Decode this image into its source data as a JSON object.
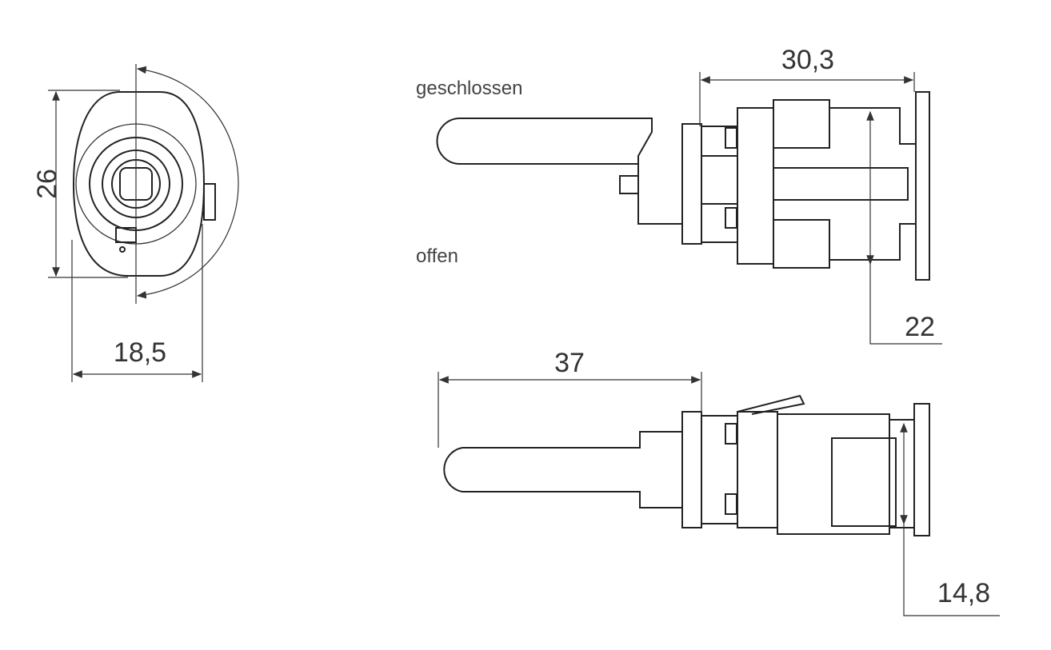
{
  "labels": {
    "state_closed": "geschlossen",
    "state_open": "offen"
  },
  "dimensions": {
    "front_height": "26",
    "front_width": "18,5",
    "body_length": "30,3",
    "thread_length": "22",
    "handle_length": "37",
    "body_height": "14,8"
  }
}
